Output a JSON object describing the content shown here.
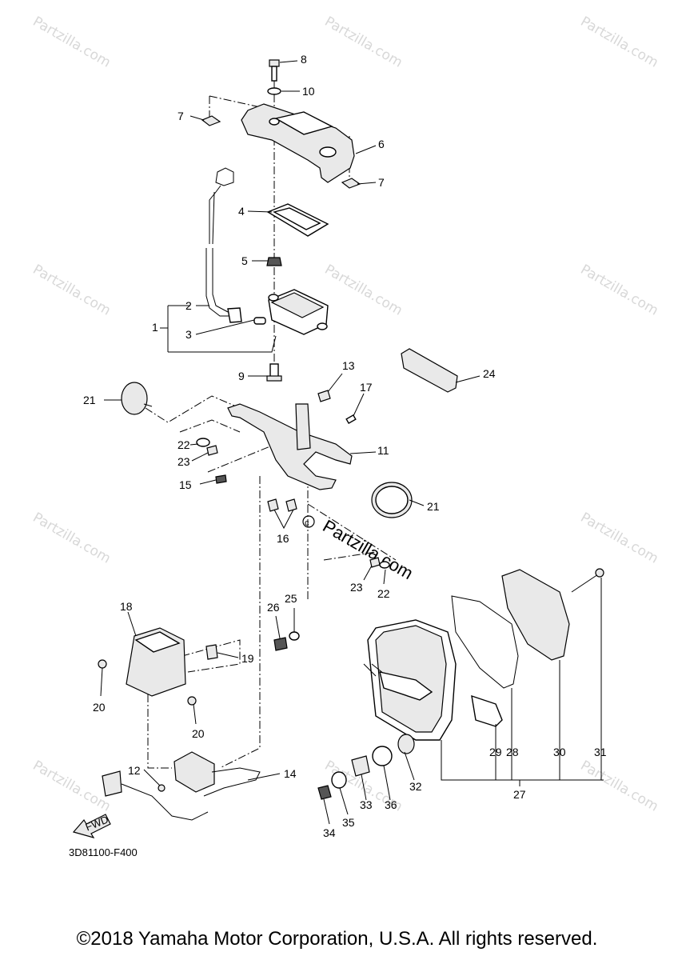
{
  "diagram": {
    "callouts": [
      "1",
      "2",
      "3",
      "4",
      "5",
      "6",
      "7",
      "7",
      "8",
      "9",
      "10",
      "11",
      "12",
      "13",
      "14",
      "15",
      "16",
      "17",
      "18",
      "19",
      "20",
      "20",
      "21",
      "21",
      "22",
      "22",
      "23",
      "23",
      "24",
      "25",
      "26",
      "27",
      "28",
      "29",
      "30",
      "31",
      "32",
      "33",
      "34",
      "35",
      "36"
    ],
    "drawing_code": "3D81100-F400",
    "fwd_label": "FWD"
  },
  "watermark": {
    "text": "Partzilla.com",
    "center_text": "Partzilla.com"
  },
  "footer": {
    "copyright": "©2018 Yamaha Motor Corporation, U.S.A. All rights reserved."
  }
}
